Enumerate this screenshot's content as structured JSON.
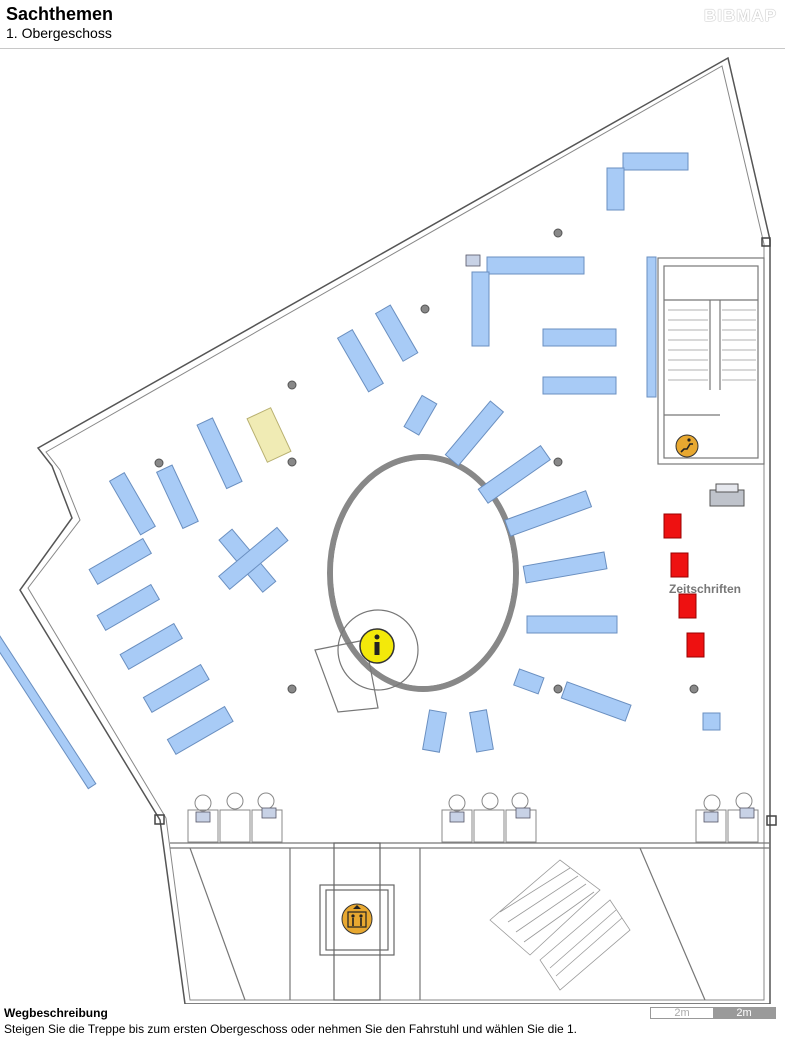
{
  "header": {
    "title": "Sachthemen",
    "subtitle": "1. Obergeschoss",
    "logo": "BIBMAP"
  },
  "map": {
    "labels": {
      "zeitschriften": "Zeitschriften"
    },
    "icons": {
      "info": "info-icon",
      "stairs": "stairs-walking-icon",
      "elevator": "elevator-icon",
      "printer": "copier-icon"
    },
    "colors": {
      "shelf": "#a8cbf6",
      "shelf_stroke": "#6a8fc0",
      "magazine": "#ee1111",
      "highlight": "#f0ebb4",
      "info": "#f3e90a",
      "service": "#e8a830"
    }
  },
  "footer": {
    "wegbeschreibung_title": "Wegbeschreibung",
    "wegbeschreibung_text": "Steigen Sie die Treppe bis zum ersten Obergeschoss oder nehmen Sie den Fahrstuhl und wählen Sie die 1.",
    "scale_left": "2m",
    "scale_right": "2m"
  }
}
